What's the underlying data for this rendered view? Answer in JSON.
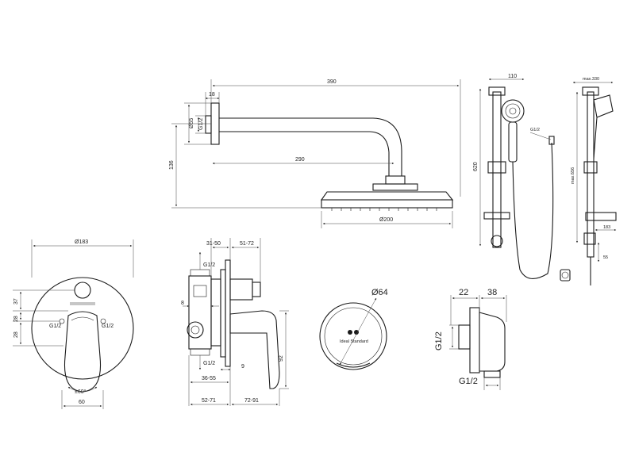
{
  "rain_shower": {
    "arm_length": "390",
    "arm_wall_depth": "18",
    "connection_thread": "G1/2",
    "flange_diameter": "Ø55",
    "height_drop": "136",
    "projection": "290",
    "head_diameter": "Ø200"
  },
  "shower_rail": {
    "head_offset": "110",
    "hose_thread": "G1/2",
    "rail_length": "620",
    "max_width": "max.330",
    "max_height": "max.656",
    "shelf_depth": "183",
    "bottom_offset": "55"
  },
  "trim_plate": {
    "diameter": "Ø183",
    "dim_37": "37",
    "dim_28_top": "28",
    "dim_28_bottom": "28",
    "left_thread": "G1/2",
    "right_thread": "G1/2",
    "rotation": "±60°",
    "width": "60"
  },
  "concealed_body": {
    "depth_range_top": "31-50",
    "projection_top": "51-72",
    "top_thread": "G1/2",
    "dim_8": "8",
    "dim_9": "9",
    "bottom_thread": "G1/2",
    "depth_range_mid": "36-55",
    "handle_height": "92",
    "bottom_left": "52-71",
    "bottom_right": "72-91"
  },
  "cover": {
    "diameter": "Ø64",
    "logo_text": "Ideal Standard"
  },
  "wall_outlet": {
    "width_a": "22",
    "width_b": "38",
    "side_thread": "G1/2",
    "bottom_thread": "G1/2"
  }
}
